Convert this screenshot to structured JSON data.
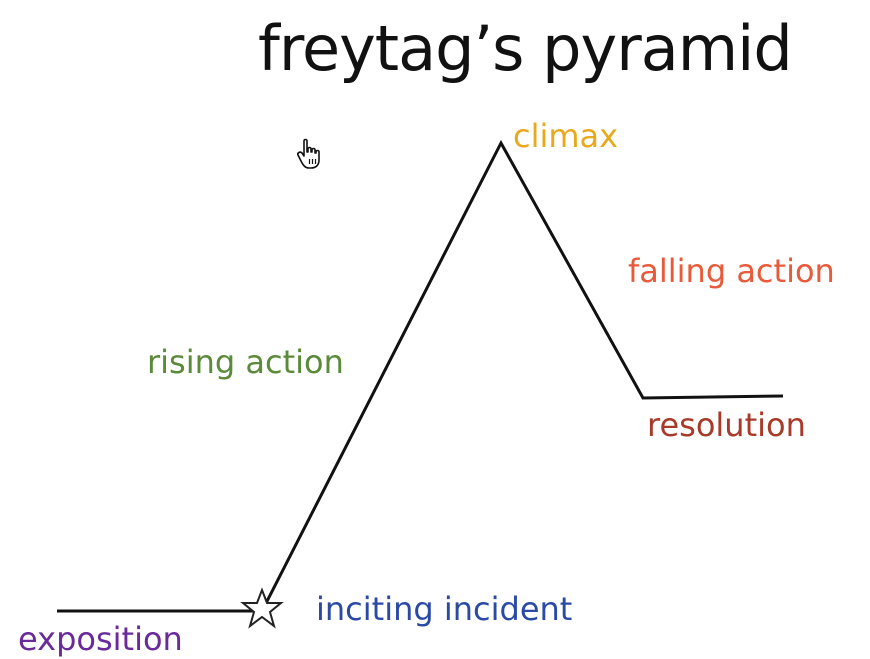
{
  "title": "freytag’s pyramid",
  "stages": {
    "exposition": "exposition",
    "inciting_incident": "inciting incident",
    "rising_action": "rising action",
    "climax": "climax",
    "falling_action": "falling action",
    "resolution": "resolution"
  },
  "colors": {
    "title": "#111111",
    "line": "#111111",
    "exposition": "#6a2a9a",
    "inciting_incident": "#2a4aa6",
    "rising_action": "#5a8a3a",
    "climax": "#e8a91c",
    "falling_action": "#e85a3a",
    "resolution": "#a83a2a"
  },
  "icons": {
    "marker": "star-icon",
    "cursor": "hand-pointer-icon"
  }
}
